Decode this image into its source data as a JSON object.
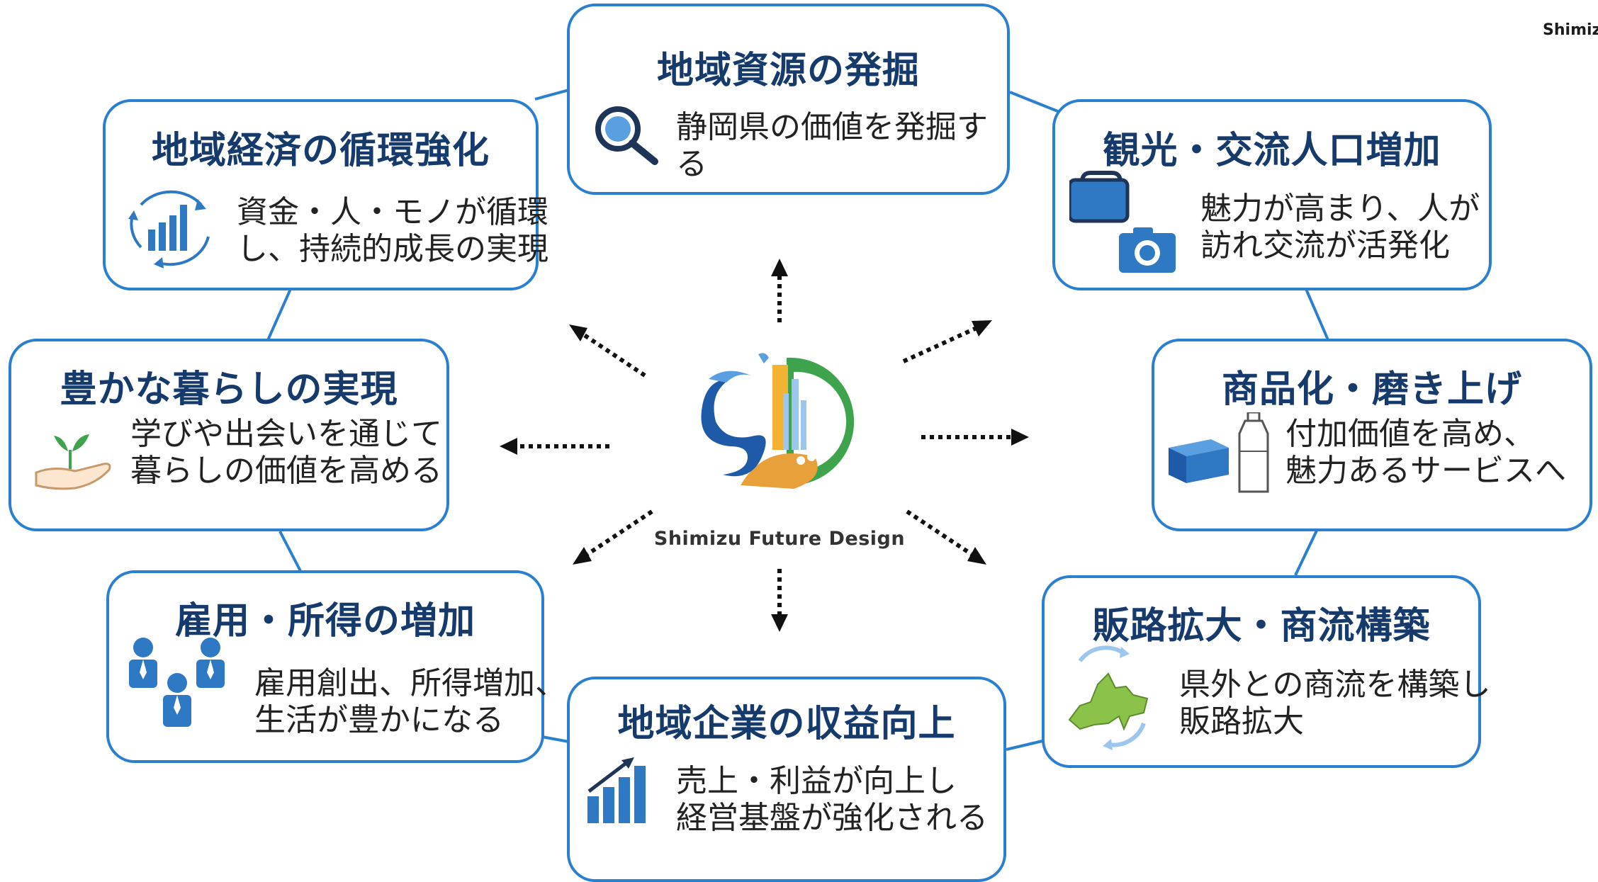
{
  "corner_label": "Shimizu",
  "center": {
    "caption": "Shimizu Future Design",
    "logo_name": "Shimizu Future Design logo"
  },
  "cards": {
    "discovery": {
      "title": "地域資源の発掘",
      "lines": [
        "静岡県の価値を発掘す",
        "る"
      ],
      "icon": "magnifier-icon"
    },
    "economy": {
      "title": "地域経済の循環強化",
      "lines": [
        "資金・人・モノが循環",
        "し、持続的成長の実現"
      ],
      "icon": "cycle-chart-icon"
    },
    "tourism": {
      "title": "観光・交流人口増加",
      "lines": [
        "魅力が高まり、人が",
        "訪れ交流が活発化"
      ],
      "icon": "bag-camera-icon"
    },
    "living": {
      "title": "豊かな暮らしの実現",
      "lines": [
        "学びや出会いを通じて",
        "暮らしの価値を高める"
      ],
      "icon": "sprout-hand-icon"
    },
    "product": {
      "title": "商品化・磨き上げ",
      "lines": [
        "付加価値を高め、",
        "魅力あるサービスへ"
      ],
      "icon": "box-bottle-icon"
    },
    "employment": {
      "title": "雇用・所得の増加",
      "lines": [
        "雇用創出、所得増加、",
        "生活が豊かになる"
      ],
      "icon": "people-icon"
    },
    "sales": {
      "title": "販路拡大・商流構築",
      "lines": [
        "県外との商流を構築し",
        "販路拡大"
      ],
      "icon": "shizuoka-map-icon"
    },
    "profit": {
      "title": "地域企業の収益向上",
      "lines": [
        "売上・利益が向上し",
        "経営基盤が強化される"
      ],
      "icon": "growth-chart-icon"
    }
  },
  "colors": {
    "border": "#2a7fd0",
    "title": "#153a6b",
    "accent": "#2f78c4"
  }
}
